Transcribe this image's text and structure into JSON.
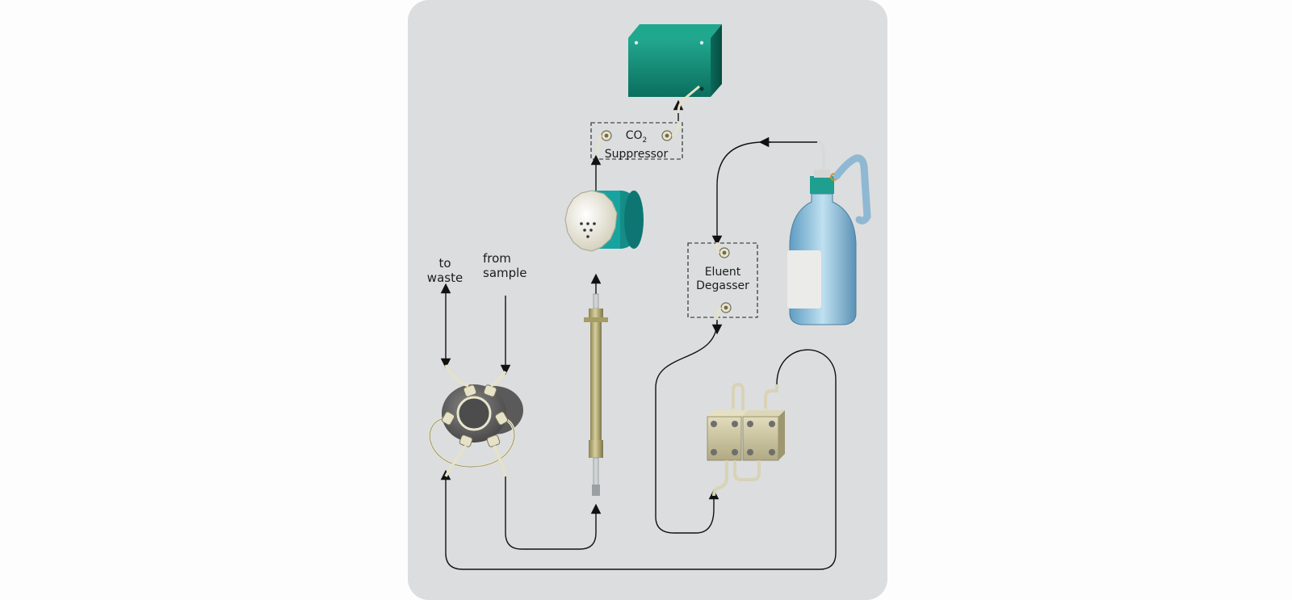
{
  "labels": {
    "to_waste": [
      "to",
      "waste"
    ],
    "from_sample": [
      "from",
      "sample"
    ],
    "co2_suppressor": {
      "co": "CO",
      "sub": "2",
      "line2": "Suppressor"
    },
    "eluent_degasser": [
      "Eluent",
      "Degasser"
    ]
  },
  "colors": {
    "panel": "#dcdddf",
    "detector_teal": "#0f8a76",
    "tube": "#e6e2c8",
    "column_brass": "#b8ad79",
    "bottle_blue": "#7eb6d6",
    "pump_body": "#cdc7a6",
    "line": "#111111"
  },
  "components": [
    {
      "name": "detector",
      "icon": "conductivity-detector-box"
    },
    {
      "name": "co2-suppressor",
      "icon": "suppressor-box"
    },
    {
      "name": "suppressor",
      "icon": "chemical-suppressor-cylinder"
    },
    {
      "name": "separation-column",
      "icon": "column"
    },
    {
      "name": "injection-valve",
      "icon": "six-port-valve"
    },
    {
      "name": "eluent-degasser",
      "icon": "degasser-box"
    },
    {
      "name": "eluent-bottle",
      "icon": "bottle"
    },
    {
      "name": "high-pressure-pump",
      "icon": "dual-piston-pump"
    }
  ]
}
